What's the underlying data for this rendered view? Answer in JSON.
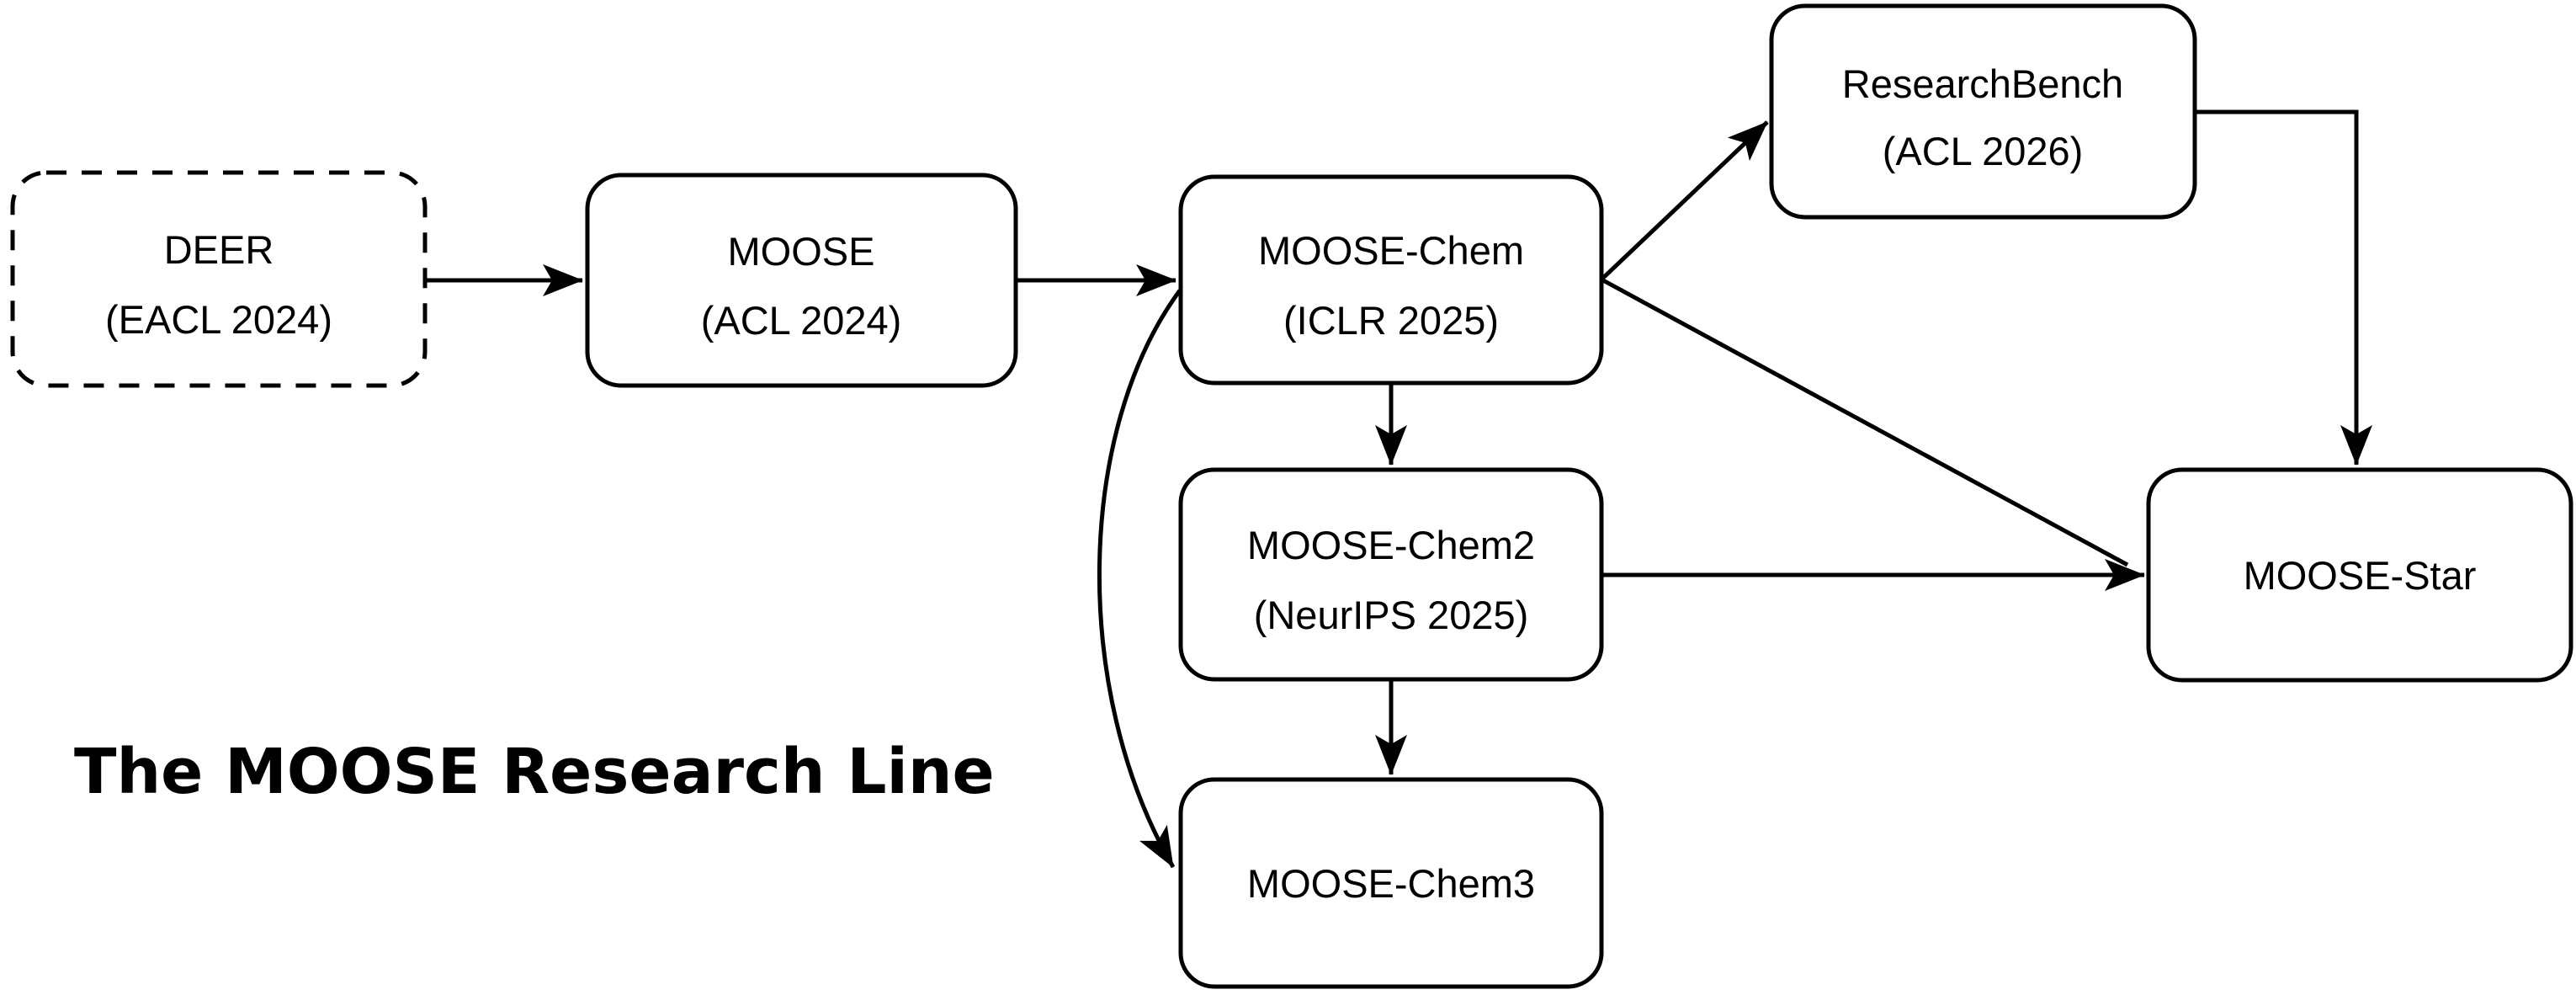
{
  "title": "The MOOSE Research Line",
  "colors": {
    "line": "#000000",
    "text": "#000000",
    "background": "#ffffff"
  },
  "nodes": {
    "deer": {
      "line1": "DEER",
      "line2": "(EACL 2024)",
      "border": "dashed"
    },
    "moose": {
      "line1": "MOOSE",
      "line2": "(ACL 2024)",
      "border": "solid"
    },
    "moose_chem": {
      "line1": "MOOSE-Chem",
      "line2": "(ICLR 2025)",
      "border": "solid"
    },
    "researchbench": {
      "line1": "ResearchBench",
      "line2": "(ACL 2026)",
      "border": "solid"
    },
    "moose_chem2": {
      "line1": "MOOSE-Chem2",
      "line2": "(NeurIPS 2025)",
      "border": "solid"
    },
    "moose_chem3": {
      "line1": "MOOSE-Chem3",
      "line2": "",
      "border": "solid"
    },
    "moose_star": {
      "line1": "MOOSE-Star",
      "line2": "",
      "border": "solid"
    }
  },
  "edges": [
    {
      "from": "DEER",
      "to": "MOOSE",
      "style": "straight-arrow"
    },
    {
      "from": "MOOSE",
      "to": "MOOSE-Chem",
      "style": "straight-arrow"
    },
    {
      "from": "MOOSE-Chem",
      "to": "ResearchBench",
      "style": "diagonal-arrow"
    },
    {
      "from": "MOOSE-Chem",
      "to": "MOOSE-Chem2",
      "style": "straight-arrow"
    },
    {
      "from": "MOOSE-Chem",
      "to": "MOOSE-Chem3",
      "style": "curved-arrow"
    },
    {
      "from": "MOOSE-Chem",
      "to": "MOOSE-Star",
      "style": "diagonal-arrow"
    },
    {
      "from": "MOOSE-Chem2",
      "to": "MOOSE-Chem3",
      "style": "straight-arrow"
    },
    {
      "from": "MOOSE-Chem2",
      "to": "MOOSE-Star",
      "style": "straight-arrow"
    },
    {
      "from": "ResearchBench",
      "to": "MOOSE-Star",
      "style": "elbow-arrow"
    }
  ]
}
